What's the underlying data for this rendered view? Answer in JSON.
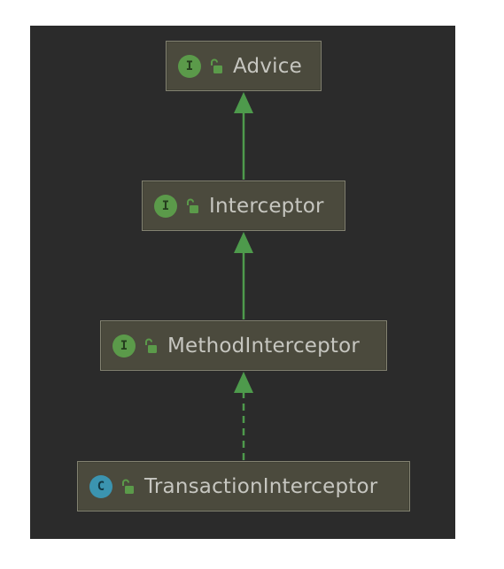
{
  "colors": {
    "canvas_background": "#2b2b2b",
    "node_fill": "#4b4a3d",
    "node_border": "#838271",
    "edge": "#4e9a4c",
    "interface_badge": "#5b9a4a",
    "class_badge": "#3b94b0",
    "label_text": "#c6c6c0"
  },
  "diagram": {
    "nodes": [
      {
        "id": "advice",
        "kind": "interface",
        "badge": "I",
        "badge_icon": "interface-icon",
        "access_icon": "unlocked-icon",
        "label": "Advice"
      },
      {
        "id": "interceptor",
        "kind": "interface",
        "badge": "I",
        "badge_icon": "interface-icon",
        "access_icon": "unlocked-icon",
        "label": "Interceptor"
      },
      {
        "id": "method-interceptor",
        "kind": "interface",
        "badge": "I",
        "badge_icon": "interface-icon",
        "access_icon": "unlocked-icon",
        "label": "MethodInterceptor"
      },
      {
        "id": "transaction-interceptor",
        "kind": "class",
        "badge": "C",
        "badge_icon": "class-icon",
        "access_icon": "unlocked-icon",
        "label": "TransactionInterceptor"
      }
    ],
    "edges": [
      {
        "from": "interceptor",
        "to": "advice",
        "style": "solid",
        "relation": "extends"
      },
      {
        "from": "method-interceptor",
        "to": "interceptor",
        "style": "solid",
        "relation": "extends"
      },
      {
        "from": "transaction-interceptor",
        "to": "method-interceptor",
        "style": "dashed",
        "relation": "implements"
      }
    ]
  }
}
